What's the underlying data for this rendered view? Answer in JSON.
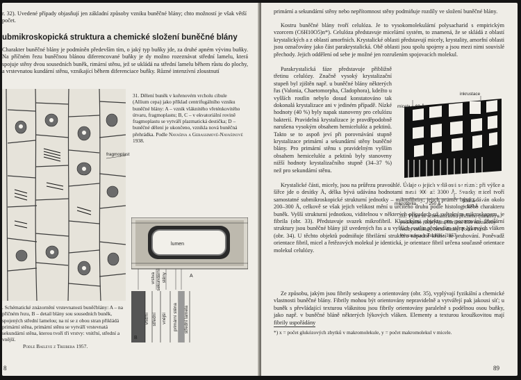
{
  "left_page": {
    "top_text": "r. 32). Uvedené případy objasňují jen základní způsoby vzniku buněčné blány; chto možností je však větší počet.",
    "heading": "ubmikroskopická struktura a chemické složení buněčné blány",
    "body_text": "Charakter buněčné blány je podmíněn především tím, o jaký typ buňky jde, za druhé apném vývinu buňky. Na příčném řezu buněčnou blánou diferencované buňky je dy možno rozeznávat střední lamelu, která spojuje stěny dvou sousedních buněk, rimární stěnu, jež se ukládá na střední lamelu během růstu do plochy, a vrstevnatou kundární stěnu, vznikající během diferenciace buňky. Různé intenzívní zloustnutí",
    "fig31_caption": "31. Dělení buněk v kořenovém vrcholu cibule (Allium cepa) jako příklad centrifugálního vzniku buněčné blány: A – vznik vláknitého vřeténkovitého útvaru, fragmoplastu; B, C – v ekvatoriální rovině fragmoplastu se vytváří plazmatická destička; D – buněčné dělení je ukončeno, vznikla nová buněčná přehrádka. Podle",
    "fig31_credit": "Navašina a Gerassimové-Navašinové 1938.",
    "fig31_label_fragmoplast": "fragmoplast",
    "fig32_caption": ". Schématické znázornění vrstevnatosti buněčblány: A – na příčném řezu, B – detail blány sou sousedních buněk, spojených střední lamelou; na ní se z obou stran přikládá primární stěna, primární stěnu se vytváří vrstevnatá sekundární stěna, kterou tvoří tři vrstvy: vnitřní, střední a vnější.",
    "fig32_credit": "Podle Baileye z Treibera 1957.",
    "fig32_labels": {
      "lumen": "lumen",
      "A": "A",
      "B": "B",
      "vrstva": "vrstva",
      "sekundarni": "sekundární",
      "steny": "stěny",
      "vnitrni": "vnitřní",
      "stredni": "střední",
      "vnejsi": "vnější",
      "primarni_stena": "primární stěna",
      "stredni_lamela": "střední lamela"
    },
    "page_number": "8"
  },
  "right_page": {
    "intro_text": "primární a sekundární stěny nebo nepřítomnost stěny podmiňuje rozdíly ve složení buněčné blány.",
    "para1": "Kostru buněčné blány tvoří celulóza. Je to vysokomolekulární polysacharid s empirickým vzorcem (C6H10O5)n*). Celulóza představuje micelární systém, to znamená, že se skládá z oblastí krystalických a z oblastí amorfních. Krystalické oblasti představují micely, krystality, amorfní oblasti jsou označovány jako část parakrystalická. Obě oblasti jsou spolu spojeny a jsou mezi nimi souvislé přechody. Jejich oddělení od sebe je možné jen rozrušením spojovacích molekul.",
    "para2_full": "Parakrystalická fáze představuje přibližně třetinu celulózy. Značně vysoký krystalizační stupeň byl zjištěn např. u buněčné blány některých řas (Valonia, Chaetomorpha, Cladophora), kdežto u vyšších rostlin nebylo dosud konstatováno tak dokonalá krystalizace ani v jediném případě. Nízké hodnoty (40 %) byly napak stanoveny pro celulózu bakterií. Pravidelná krystalizace je pravděpodobně narušena vysokým obsahem hemicelulóz a pektinů. Takto se to aspoň jeví při porovnávání stupně krystalizace primární a sekundární stěny buněčné blány. Pro primární stěnu s pravidelným vyšším obsahem hemicelulóz a pektinů byly stanoveny nižší hodnoty krystalizačního stupně (34–37 %) než pro sekundární stěnu.",
    "para3": "Krystalické části, micely, jsou na průřezu pravoúhlé. Údaje o jejich velikosti se různí: při výšce a šířce jde o desítky Å, délka bývá udávána hodnotami mezi 900 až 3000 Å. Svazky micel tvoří samostatné submikroskopické strukturní jednotky – mikrofibrily; jejich průměr bývá udáván okolo 200–300 Å, celkově se však jejich velikost mění u určitého druhu podle histologického charakteru buněk. Vyšší strukturní jednotkou, viditelnou v některých případech už světelným mikroskopem, je fibrila (obr. 33). Představuje svazek mikrofibril. Klasickými objekty pro pozorování fibrilární struktury jsou buněčné blány již uvedených řas a u vyšších rostlin především stěny lýkových vláken (obr. 34). U těchto objektů podmiňuje fibrilární struktura nápadně křížící se pruhování. Poněvadž orientace fibril, micel a řetězových molekul je identická, je orientace fibril určena současně orientace molekul celulózy.",
    "para4": "Ze způsobu, jakým jsou fibrily seskupeny a orientovány (obr. 35), vyplývají fyzikální a chemické vlastnosti buněčné blány. Fibrily mohou být orientovány nepravidelně a vytvářejí pak jakousi síť; u buněk s převládající texturou vláknitou jsou fibrily orientovány paralelně s podélnou osou buňky, jako např. v buněčné bláně některých lýkových vláken. Elementy a texturou kroužkovitou mají fibrily uspořádány",
    "footnote": "*) x = počet glukózových zbytků v makromolekule, y = počet makromolekul v micele.",
    "page_number": "89",
    "fig33_labels": {
      "inkrustace": "inkrustace",
      "micela": "micela ~ 60 Å",
      "mikrofibrila": "mikrofibrila",
      "a250": "~ 250 Å",
      "dutina": "dutina",
      "a100": "~ 100 Å"
    },
    "fig33_caption": "33. Výřez ze schematického příčného (nahoře) a podélného (dole) řezu fibrilou. Bíle naznačeny řetězy celulózy, černě dutiny. Podle",
    "fig33_credit": "Freye-Wysslinga z Treibera 1957."
  }
}
